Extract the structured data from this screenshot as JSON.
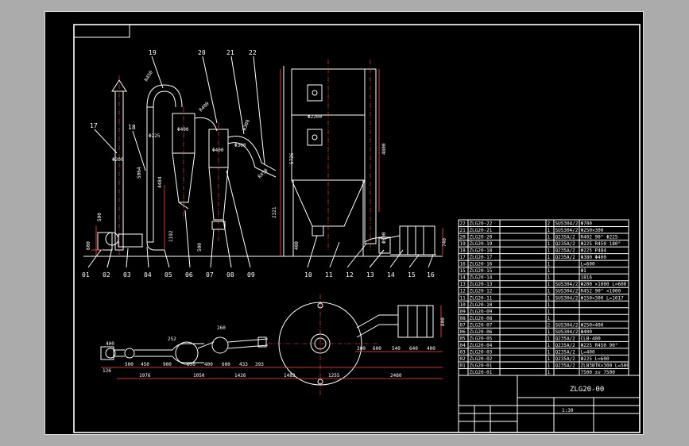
{
  "part_callouts_top": [
    "19",
    "20",
    "21",
    "22",
    "17",
    "18"
  ],
  "part_callouts_bottom": [
    "01",
    "02",
    "03",
    "04",
    "05",
    "06",
    "07",
    "08",
    "09",
    "10",
    "11",
    "12",
    "13",
    "14",
    "15",
    "16"
  ],
  "dims_elevation": [
    "R450",
    "R400",
    "Φ400",
    "Φ225",
    "5064",
    "4484",
    "Φ200",
    "Φ400",
    "Φ300",
    "R300",
    "R450",
    "5725",
    "Φ2200",
    "4800",
    "2321",
    "1192",
    "500",
    "600",
    "400",
    "740",
    "500",
    "Φ500"
  ],
  "dims_plan_bottom": [
    "1976",
    "1050",
    "1426",
    "1483",
    "1255",
    "2480"
  ],
  "dims_plan_mid": [
    "500",
    "450",
    "900",
    "650",
    "400",
    "600",
    "433",
    "393",
    "300",
    "600",
    "540",
    "640",
    "400"
  ],
  "dims_plan_misc": [
    "400",
    "252",
    "260",
    "126",
    "800"
  ],
  "bom_rows": [
    [
      "22",
      "ZLG20-22",
      "",
      "2",
      "SUS304/2",
      "Φ700"
    ],
    [
      "21",
      "ZLG20-21",
      "",
      "1",
      "SUS304/2",
      "Φ250×300"
    ],
    [
      "20",
      "ZLG20-20",
      "",
      "1",
      "Q235A/2",
      "R402 90° Φ225"
    ],
    [
      "19",
      "ZLG20-19",
      "",
      "1",
      "Q235A/2",
      "Φ225 R450 180°"
    ],
    [
      "18",
      "ZLG20-18",
      "",
      "1",
      "Q235A/2",
      "Φ225 P484"
    ],
    [
      "17",
      "ZLG20-17",
      "",
      "1",
      "Q235A/2",
      "Φ380 Φ400"
    ],
    [
      "16",
      "ZLG20-16",
      "",
      "1",
      "",
      "L=600"
    ],
    [
      "15",
      "ZLG20-15",
      "",
      "1",
      "",
      "Φ1"
    ],
    [
      "14",
      "ZLG20-14",
      "",
      "1",
      "",
      "1816"
    ],
    [
      "13",
      "ZLG20-13",
      "",
      "1",
      "SUS304/2",
      "Φ200 ×1000 L=600"
    ],
    [
      "12",
      "ZLG20-12",
      "",
      "1",
      "SUS304/2",
      "R452 90° ×1000"
    ],
    [
      "11",
      "ZLG20-11",
      "",
      "1",
      "SUS304/2",
      "Φ150×300 L=1017"
    ],
    [
      "10",
      "ZLG20-10",
      "",
      "1",
      "",
      ""
    ],
    [
      "09",
      "ZLG20-09",
      "",
      "1",
      "",
      ""
    ],
    [
      "08",
      "ZLG20-08",
      "",
      "1",
      "",
      ""
    ],
    [
      "07",
      "ZLG20-07",
      "",
      "2",
      "SUS304/2",
      "Φ250×400"
    ],
    [
      "06",
      "ZLG20-06",
      "",
      "1",
      "SUS304/2",
      "Φ400"
    ],
    [
      "05",
      "ZLG20-05",
      "",
      "1",
      "Q235A/2",
      "CLB-400"
    ],
    [
      "04",
      "ZLG20-04",
      "",
      "1",
      "Q235A/2",
      "Φ225 R450 90°"
    ],
    [
      "03",
      "ZLG20-03",
      "",
      "1",
      "Q235A/2",
      "L=400"
    ],
    [
      "02",
      "ZLG20-02",
      "",
      "1",
      "Q235A/2",
      "Φ225 L=600"
    ],
    [
      "01",
      "ZLG20-01",
      "",
      "1",
      "Q235A/2",
      "ZLB3BTK×300 L=500"
    ]
  ],
  "bom_last_row": [
    "",
    "ZLG20-01",
    "",
    "1",
    "",
    "7500 ±ν 7500"
  ],
  "title_block": {
    "drawing_number": "ZLG20-00",
    "scale": "1:30"
  }
}
